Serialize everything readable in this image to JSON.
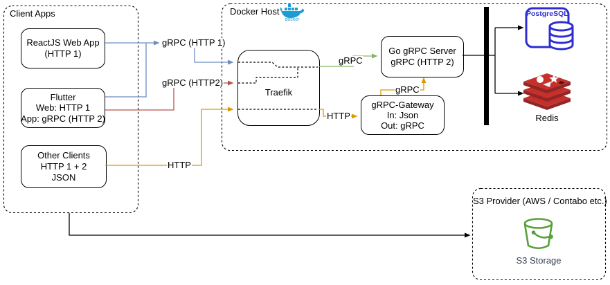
{
  "colors": {
    "blue": "#6c8ebf",
    "red": "#b85450",
    "orange": "#d79b00",
    "green": "#82b366",
    "black": "#000000",
    "postgres_blue": "#2d2dd2",
    "redis_red": "#c6302b",
    "redis_dark": "#912626",
    "s3_green": "#58a03a",
    "docker_blue": "#1d9cd3"
  },
  "client_apps": {
    "title": "Client Apps",
    "reactjs": {
      "line1": "ReactJS Web App",
      "line2": "(HTTP 1)"
    },
    "flutter": {
      "line1": "Flutter",
      "line2": "Web: HTTP 1",
      "line3": "App: gRPC (HTTP 2)"
    },
    "other_clients": {
      "line1": "Other Clients",
      "line2": "HTTP 1 + 2",
      "line3": "JSON"
    }
  },
  "docker_host": {
    "title": "Docker Host",
    "docker_logo_text": "docker",
    "traefik": {
      "label": "Traefik"
    },
    "go_grpc_server": {
      "line1": "Go gRPC Server",
      "line2": "gRPC (HTTP 2)"
    },
    "grpc_gateway": {
      "line1": "gRPC-Gateway",
      "line2": "In: Json",
      "line3": "Out: gRPC"
    },
    "postgresql": {
      "label": "PostgreSQL"
    },
    "redis": {
      "label": "Redis"
    }
  },
  "s3_provider": {
    "title": "S3 Provider (AWS / Contabo etc.)",
    "storage_label": "S3 Storage"
  },
  "edges": {
    "react_to_traefik": "gRPC (HTTP 1)",
    "flutter_to_traefik": "gRPC (HTTP2)",
    "other_to_gateway": "HTTP",
    "traefik_to_server": "gRPC",
    "traefik_to_gateway": "HTTP",
    "gateway_to_server": "gRPC"
  }
}
